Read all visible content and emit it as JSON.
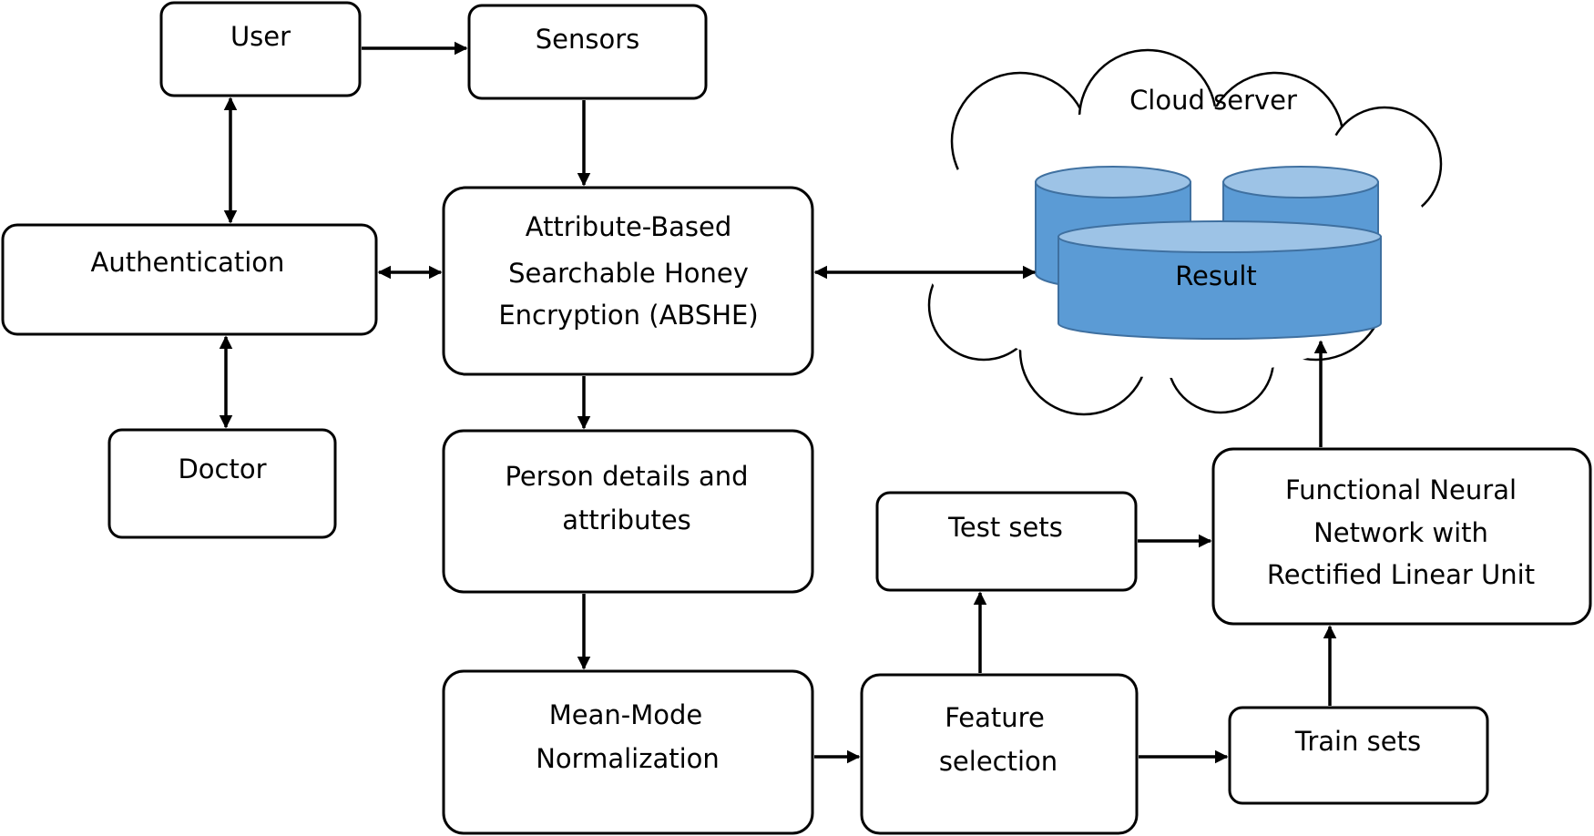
{
  "nodes": {
    "user": "User",
    "sensors": "Sensors",
    "authentication": "Authentication",
    "doctor": "Doctor",
    "abshe": [
      "Attribute-Based",
      "Searchable Honey",
      "Encryption (ABSHE)"
    ],
    "person_details": [
      "Person details and",
      "attributes"
    ],
    "normalization": [
      "Mean-Mode",
      "Normalization"
    ],
    "feature_selection": [
      "Feature",
      "selection"
    ],
    "test_sets": "Test sets",
    "train_sets": "Train sets",
    "fnn": [
      "Functional Neural",
      "Network with",
      "Rectified Linear Unit"
    ],
    "cloud": "Cloud server",
    "result": "Result"
  },
  "edges": [
    {
      "from": "user",
      "to": "sensors",
      "type": "one-way"
    },
    {
      "from": "user",
      "to": "authentication",
      "type": "two-way"
    },
    {
      "from": "authentication",
      "to": "doctor",
      "type": "two-way"
    },
    {
      "from": "authentication",
      "to": "abshe",
      "type": "two-way"
    },
    {
      "from": "sensors",
      "to": "abshe",
      "type": "one-way"
    },
    {
      "from": "abshe",
      "to": "result",
      "type": "two-way"
    },
    {
      "from": "abshe",
      "to": "person_details",
      "type": "one-way"
    },
    {
      "from": "person_details",
      "to": "normalization",
      "type": "one-way"
    },
    {
      "from": "normalization",
      "to": "feature_selection",
      "type": "one-way"
    },
    {
      "from": "feature_selection",
      "to": "test_sets",
      "type": "one-way"
    },
    {
      "from": "feature_selection",
      "to": "train_sets",
      "type": "one-way"
    },
    {
      "from": "test_sets",
      "to": "fnn",
      "type": "one-way"
    },
    {
      "from": "train_sets",
      "to": "fnn",
      "type": "one-way"
    },
    {
      "from": "fnn",
      "to": "result",
      "type": "one-way"
    }
  ],
  "colors": {
    "database_fill": "#5b9bd5",
    "database_top": "#9dc3e6",
    "database_stroke": "#3f70a0",
    "line": "#000000"
  }
}
